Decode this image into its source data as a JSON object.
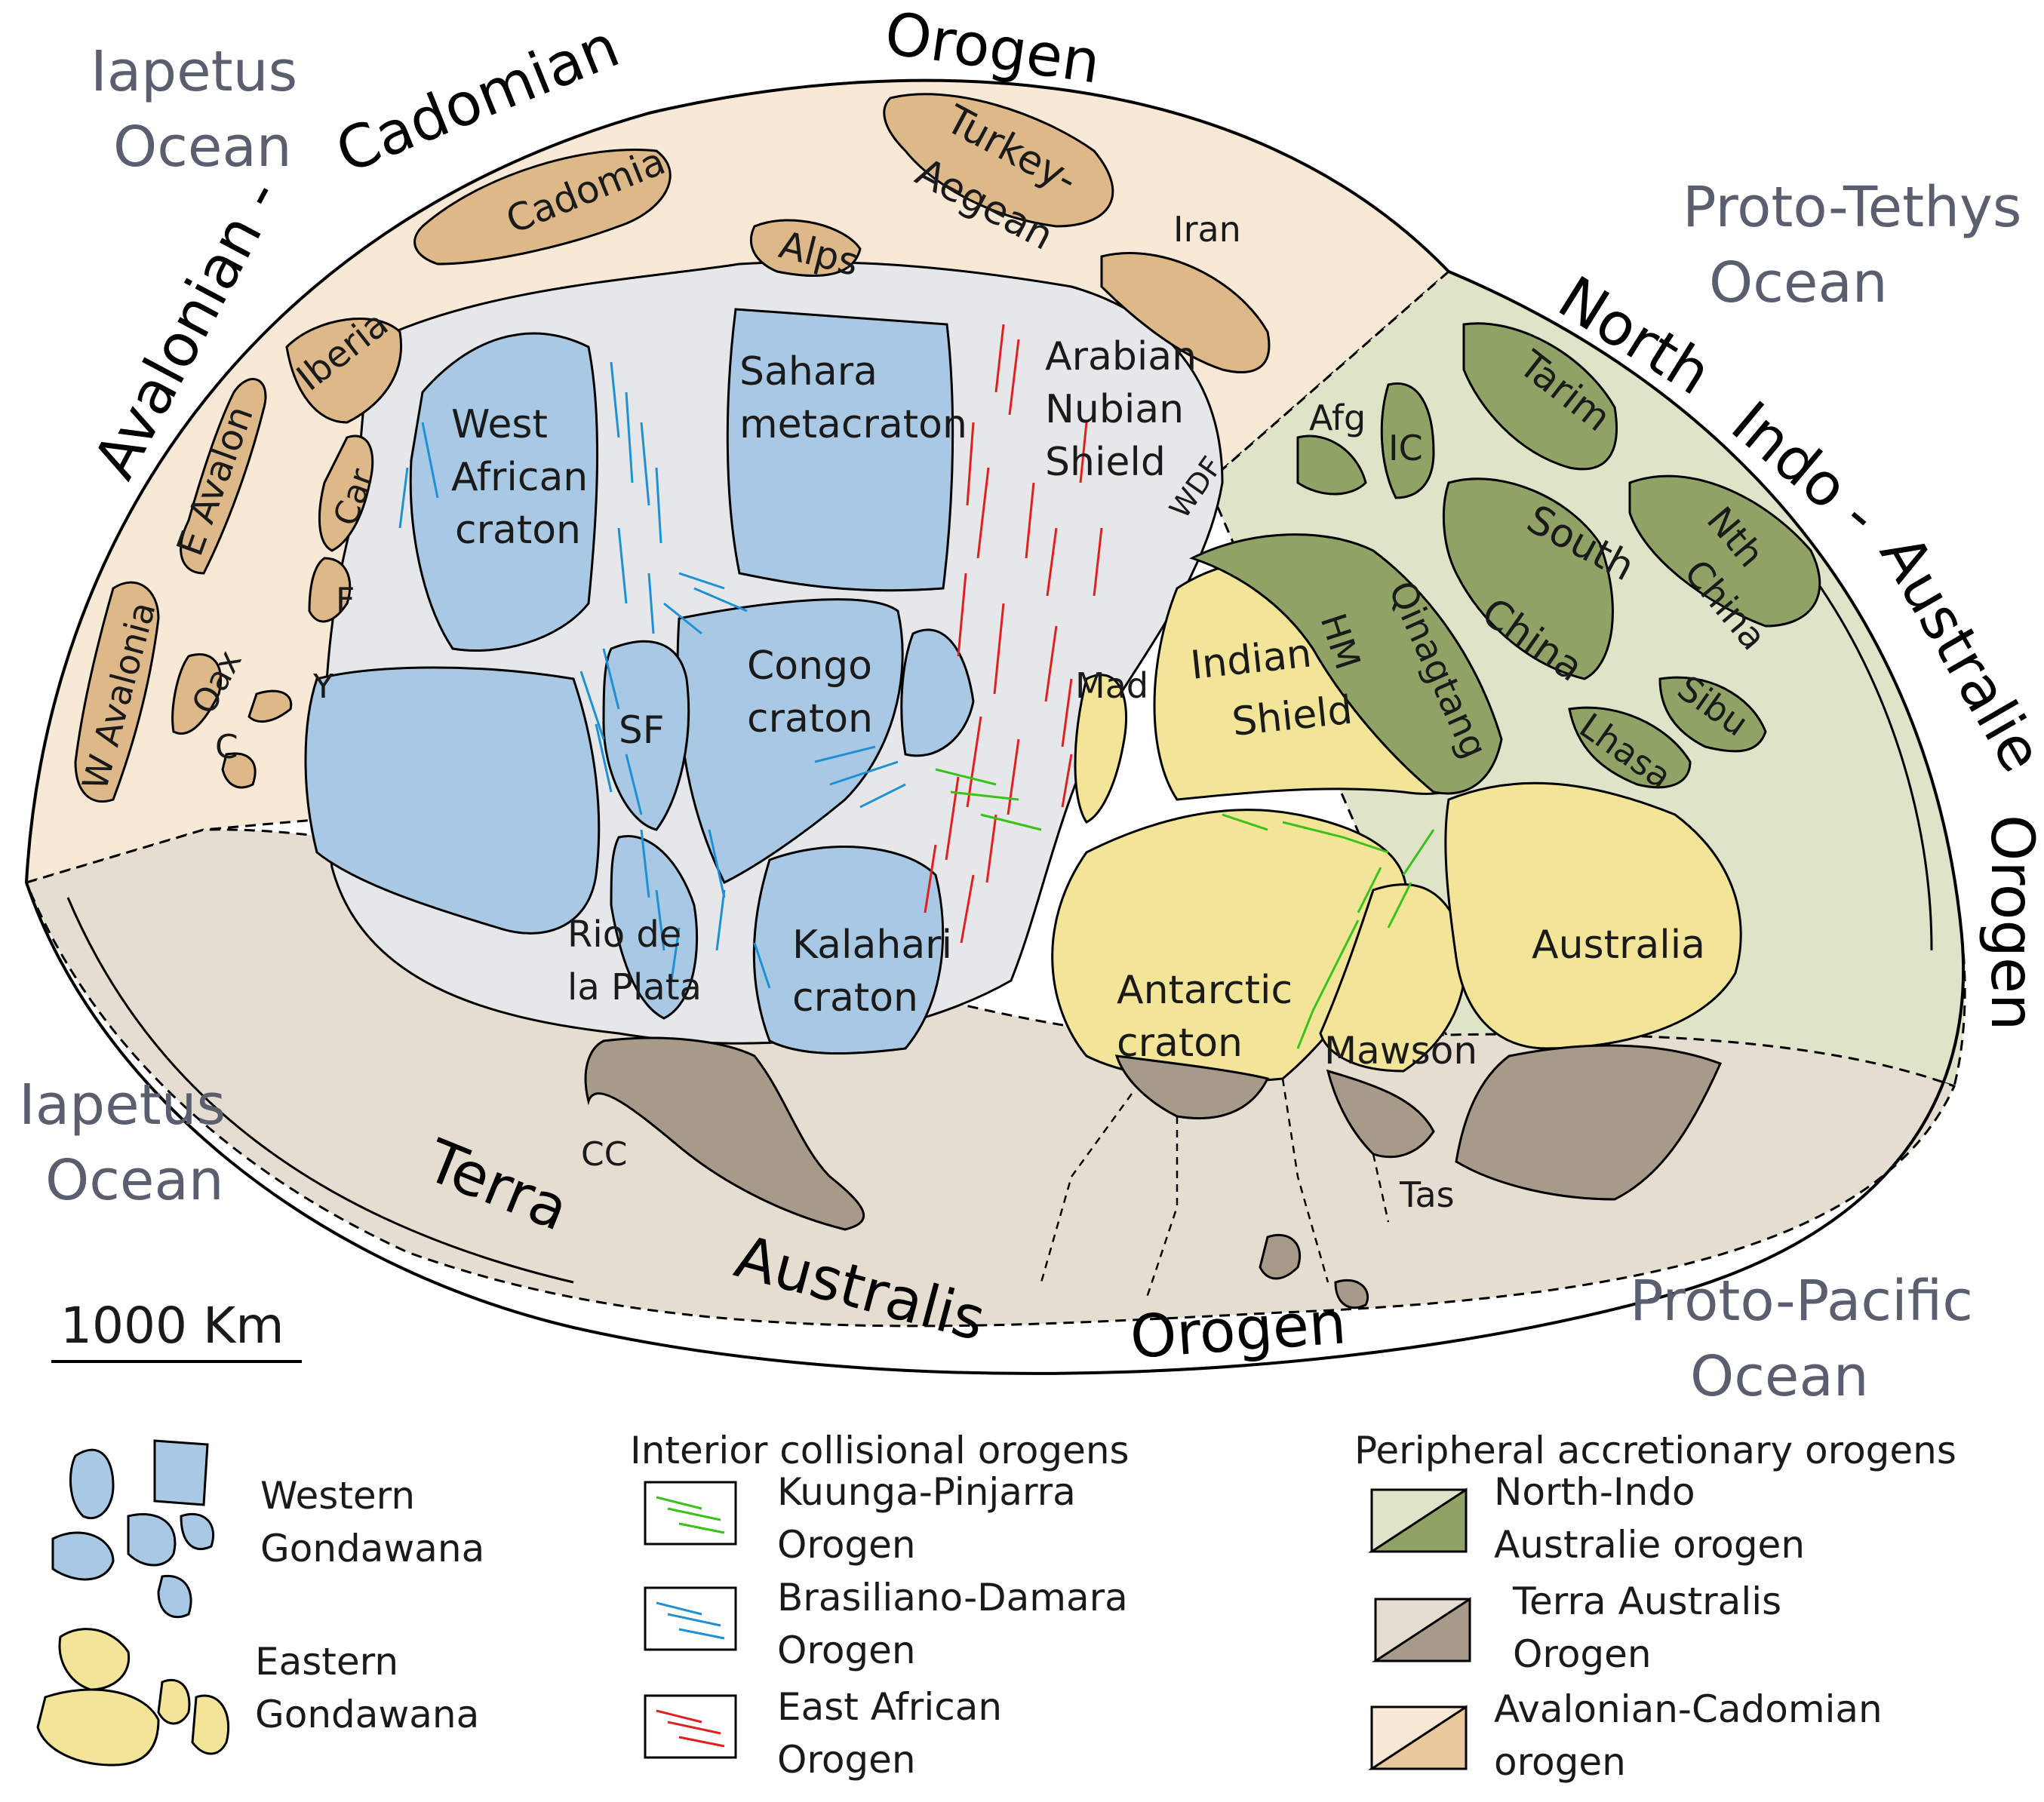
{
  "oceans": {
    "iapetus_top": [
      "Iapetus",
      "Ocean"
    ],
    "iapetus_bottom": [
      "Iapetus",
      "Ocean"
    ],
    "proto_tethys": [
      "Proto-Tethys",
      "Ocean"
    ],
    "proto_pacific": [
      "Proto-Pacific",
      "Ocean"
    ]
  },
  "orogen_arcs": {
    "avalonian": "Avalonian -",
    "cadomian": "Cadomian",
    "orogen_top": "Orogen",
    "north": "North",
    "indo": "Indo -",
    "australie": "Australie",
    "orogen_right": "Orogen",
    "terra": "Terra",
    "australis": "Australis",
    "orogen_bottom": "Orogen"
  },
  "terranes": {
    "cadomia": "Cadomia",
    "turkey": [
      "Turkey-",
      "Aegean"
    ],
    "alps": "Alps",
    "iran": "Iran",
    "iberia": "Iberia",
    "e_avalon": "E Avalon",
    "w_avalonia": "W Avalonia",
    "car": "Car",
    "f": "F",
    "oax": "Oax",
    "y": "Y",
    "c": "C",
    "cc": "CC",
    "afg": "Afg",
    "ic": "IC",
    "tarim": "Tarim",
    "south_china": [
      "South",
      "China"
    ],
    "nth_china": [
      "Nth",
      "China"
    ],
    "lhasa": "Lhasa",
    "sibu": "Sibu",
    "hm": "HM",
    "qinagtang": "Qinagtang",
    "mad": "Mad",
    "wdf": "WDF",
    "tas": "Tas"
  },
  "cratons": {
    "west_african": [
      "West",
      "African",
      "craton"
    ],
    "sahara": [
      "Sahara",
      "metacraton"
    ],
    "arabian": [
      "Arabian",
      "Nubian",
      "Shield"
    ],
    "congo": [
      "Congo",
      "craton"
    ],
    "sf": "SF",
    "rio": [
      "Rio de",
      "la Plata"
    ],
    "kalahari": [
      "Kalahari",
      "craton"
    ],
    "indian": [
      "Indian",
      "Shield"
    ],
    "antarctic": [
      "Antarctic",
      "craton"
    ],
    "mawson": "Mawson",
    "australia": "Australia"
  },
  "scale_bar": {
    "label": "1000 Km"
  },
  "legend": {
    "western": [
      "Western",
      "Gondawana"
    ],
    "eastern": [
      "Eastern",
      "Gondawana"
    ],
    "interior_title": "Interior collisional orogens",
    "interior": [
      {
        "lines": [
          "Kuunga-Pinjarra",
          "Orogen"
        ],
        "color": "#39c21a"
      },
      {
        "lines": [
          "Brasiliano-Damara",
          "Orogen"
        ],
        "color": "#1e90d6"
      },
      {
        "lines": [
          "East African",
          "Orogen"
        ],
        "color": "#e02020"
      }
    ],
    "peripheral_title": "Peripheral  accretionary orogens",
    "peripheral": [
      {
        "lines": [
          "North-Indo",
          "Australie orogen"
        ],
        "light": "#dfe3c8",
        "dark": "#8fa366"
      },
      {
        "lines": [
          "Terra Australis",
          "Orogen"
        ],
        "light": "#e6ddd1",
        "dark": "#a89a88"
      },
      {
        "lines": [
          "Avalonian-Cadomian",
          "orogen"
        ],
        "light": "#f8e9d6",
        "dark": "#e9c89d"
      }
    ]
  },
  "colors": {
    "avalonian_band": "#f8e9d6",
    "terrane_tan": "#ddb98a",
    "terra_band": "#e6ddd1",
    "terra_dark": "#a89a88",
    "nia_band": "#dfe3c8",
    "nia_dark": "#8fa366",
    "west_gondwana": "#a9c8e3",
    "east_gondwana": "#f2e597",
    "interior_grey": "#e6e7e9"
  }
}
